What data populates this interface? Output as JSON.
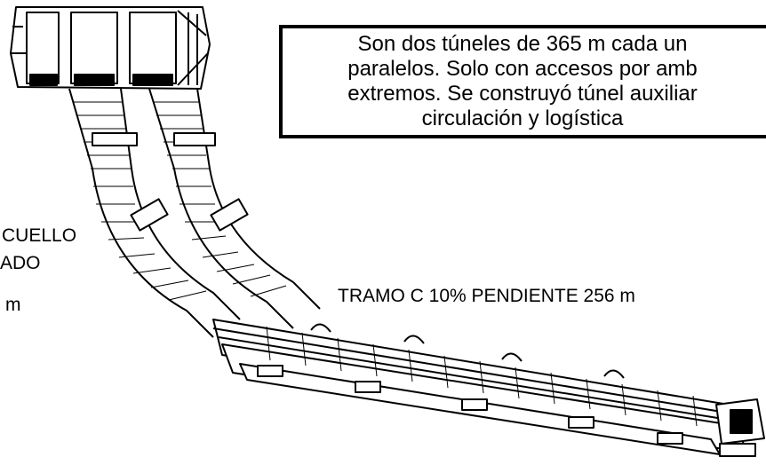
{
  "info_box": {
    "lines": [
      "Son dos túneles de 365 m cada un",
      "paralelos. Solo con accesos por amb",
      "extremos. Se construyó túnel auxiliar",
      "circulación y logística"
    ]
  },
  "labels": {
    "left_top": "CUELLO",
    "left_mid": "ADO",
    "left_bottom": "m",
    "tramo_c": "TRAMO C 10% PENDIENTE 256 m"
  },
  "colors": {
    "line": "#000000",
    "background": "#ffffff"
  }
}
